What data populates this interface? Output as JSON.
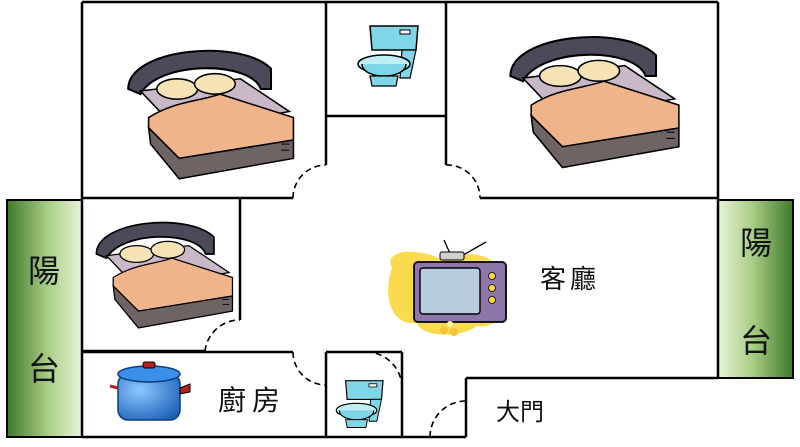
{
  "rooms": {
    "balcony_left": {
      "label_top": "陽",
      "label_bottom": "台"
    },
    "balcony_right": {
      "label_top": "陽",
      "label_bottom": "台"
    },
    "living_room": {
      "label": "客廳"
    },
    "kitchen": {
      "label": "廚房"
    },
    "entrance": {
      "label": "大門"
    }
  },
  "icons": [
    "bed-icon",
    "bed-icon",
    "bed-icon",
    "toilet-icon",
    "toilet-icon",
    "tv-icon",
    "pot-icon"
  ],
  "colors": {
    "wall": "#000000",
    "balcony_green_dark": "#3f7a2a",
    "balcony_green_light": "#e9f3dc",
    "bed_frame": "#4a4a5a",
    "bed_blanket": "#f0b48a",
    "bed_sheet": "#c9b8c8",
    "bed_base": "#6e6464",
    "pillow": "#f6e2b4",
    "toilet": "#7fd6e6",
    "tv_body": "#8e76a8",
    "tv_screen": "#b6cde0",
    "splash": "#f8d73a",
    "pot": "#2d7fd8"
  }
}
